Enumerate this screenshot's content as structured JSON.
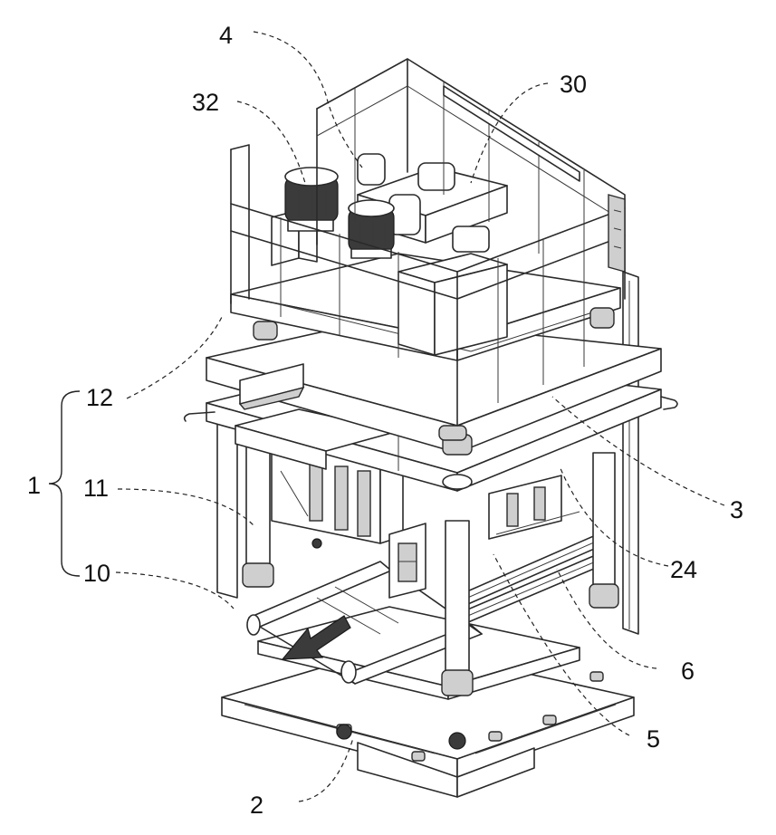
{
  "figure": {
    "labels": {
      "n4": "4",
      "n32": "32",
      "n30": "30",
      "n12": "12",
      "n1": "1",
      "n11": "11",
      "n10": "10",
      "n3": "3",
      "n24": "24",
      "n6": "6",
      "n5": "5",
      "n2": "2"
    },
    "group_brace": [
      "12",
      "11",
      "10"
    ],
    "arrow_icon": "feed-direction-arrow-icon"
  }
}
